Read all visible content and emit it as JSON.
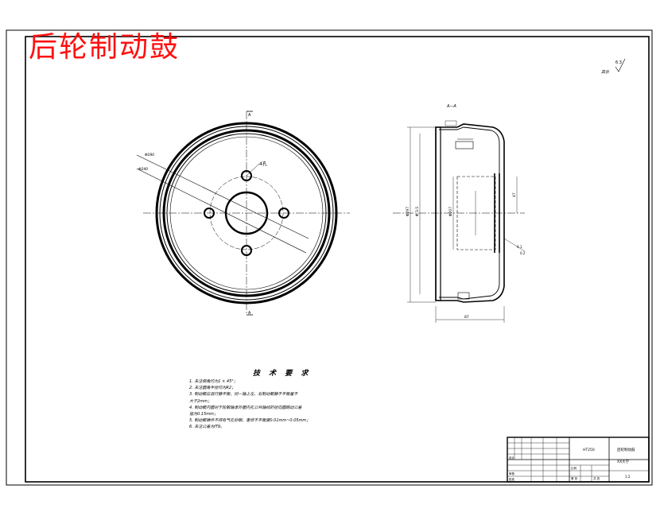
{
  "drawing": {
    "title": "后轮制动鼓",
    "section_label": "A—A",
    "roughness_note": "其余",
    "roughness_value": "6.3",
    "cut_marks": [
      "A",
      "A"
    ]
  },
  "dimensions": {
    "hole_label": "4孔",
    "left_diameter_a": "Φ280",
    "left_diameter_b": "Φ240",
    "height_a": "Φ297",
    "height_b": "Φ 3.5",
    "inner_diameter": "Φ207",
    "width_a": "87",
    "width_b": "47",
    "right_a": "0.1",
    "right_b": "0.2"
  },
  "requirements": {
    "title": "技 术 要 求",
    "items": [
      "1. 未注倒角均为1 × 45°；",
      "2. 未注圆角半径均为R2；",
      "3. 制动鼓应进行静平衡，同一轴上左、右制动鼓静不平衡量不",
      "   大于2mm；",
      "4. 制动鼓内圆对于轮毂轴承外圈内孔公共轴线的径向圆跳动公差",
      "   值为0.15mm；",
      "5. 制动鼓铸件不得有气孔砂眼，重修不平衡度0.01mm~0.05mm；",
      "6. 未注公差为IT9。"
    ]
  },
  "title_block": {
    "material": "HT250",
    "part_name": "后轮制动鼓",
    "scale_label": "比例",
    "sheet_label": "第 张",
    "weight_label": "共 张",
    "school": "XX大学",
    "drawn_by": "设计",
    "checked_by": "审核",
    "approved_by": "批准",
    "ratio": "1:2"
  }
}
